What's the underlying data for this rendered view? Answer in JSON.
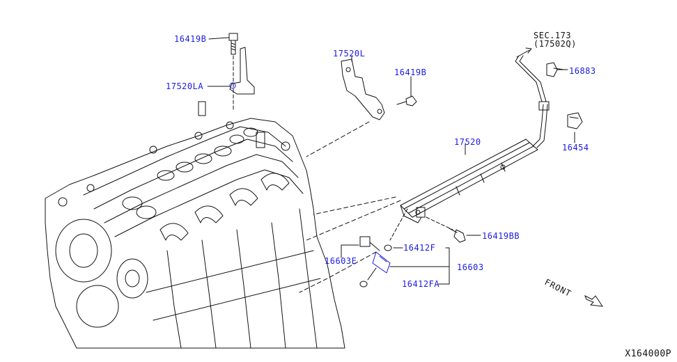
{
  "colors": {
    "callout": "#1a1ae6",
    "line": "#111111",
    "background": "#ffffff"
  },
  "labels": {
    "p16419B_top": "16419B",
    "p17520LA": "17520LA",
    "p17520L": "17520L",
    "p16419B_mid": "16419B",
    "sec_line1": "SEC.173",
    "sec_line2": "(17502Q)",
    "p16883": "16883",
    "p17520": "17520",
    "p16454": "16454",
    "p16419BB": "16419BB",
    "p16412F": "16412F",
    "p16603E": "16603E",
    "p16603": "16603",
    "p16412FA": "16412FA"
  },
  "direction": "FRONT",
  "reference": "X164000P"
}
